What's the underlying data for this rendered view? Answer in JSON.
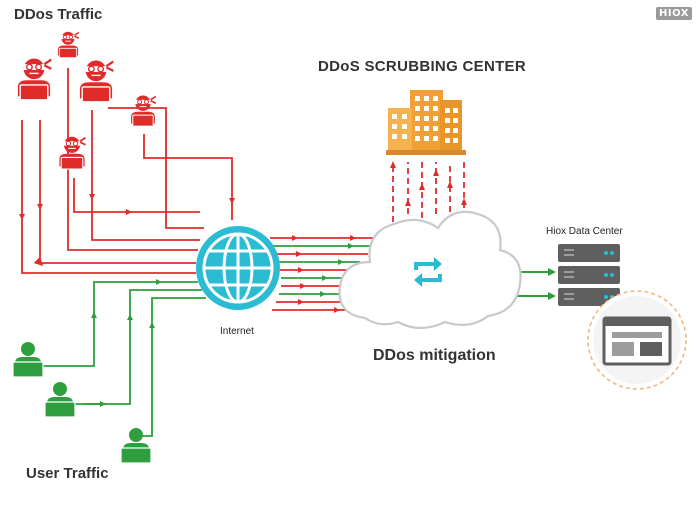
{
  "labels": {
    "ddos_traffic": "DDos Traffic",
    "user_traffic": "User Traffic",
    "scrubbing_center": "DDoS SCRUBBING CENTER",
    "internet": "Internet",
    "mitigation": "DDos mitigation",
    "data_center": "Hiox Data Center"
  },
  "logo_text": "HIOX",
  "colors": {
    "attack": "#e02b2b",
    "user": "#2e9e3e",
    "globe": "#2bbcd4",
    "building": "#f0a035",
    "cloud_outline": "#c9c9c9",
    "cloud_icon": "#2bbcd4",
    "server": "#5f5f5f",
    "browser_ring": "#f3b37a",
    "text": "#333333"
  },
  "icons": {
    "attackers": "hacker-icon",
    "users": "user-icon",
    "internet": "globe-icon",
    "scrubbing": "building-icon",
    "mitigation": "refresh-icon",
    "servers": "server-icon",
    "browser": "browser-window-icon"
  }
}
